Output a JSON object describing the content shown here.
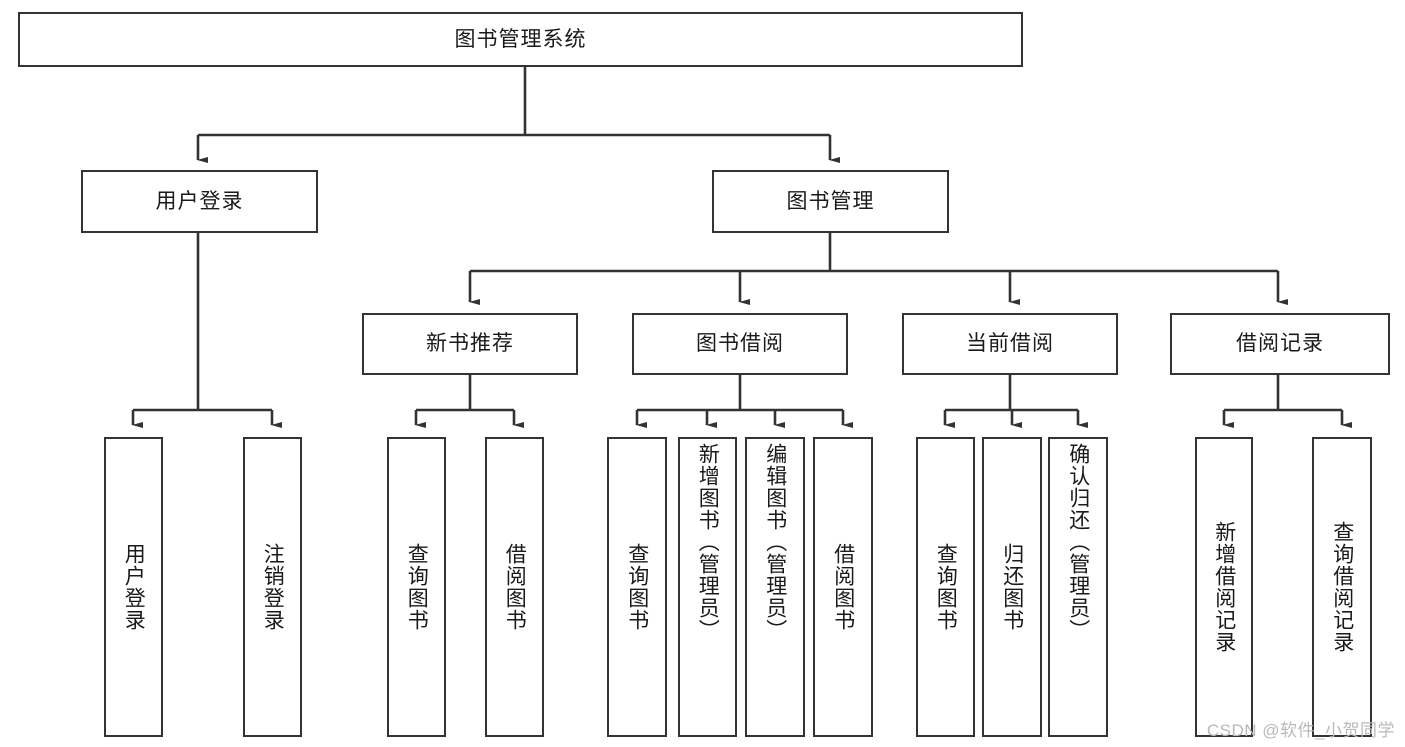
{
  "diagram": {
    "title": "图书管理系统",
    "type": "tree-hierarchy",
    "watermark": "CSDN @软件_小贺同学",
    "colors": {
      "stroke": "#333333",
      "fill": "#ffffff",
      "text": "#1a1a1a",
      "watermark": "#b9b9b9"
    },
    "levels": {
      "level1": [
        {
          "id": "root",
          "label": "图书管理系统"
        }
      ],
      "level2": [
        {
          "id": "user-login",
          "label": "用户登录"
        },
        {
          "id": "book-manage",
          "label": "图书管理"
        }
      ],
      "level3": [
        {
          "id": "new-book-rec",
          "label": "新书推荐"
        },
        {
          "id": "book-borrow",
          "label": "图书借阅"
        },
        {
          "id": "current-borrow",
          "label": "当前借阅"
        },
        {
          "id": "borrow-record",
          "label": "借阅记录"
        }
      ],
      "leaves": [
        {
          "id": "leaf-user-login",
          "label": "用户登录",
          "parent": "user-login"
        },
        {
          "id": "leaf-logout-login",
          "label": "注销登录",
          "parent": "user-login"
        },
        {
          "id": "leaf-query-book-1",
          "label": "查询图书",
          "parent": "new-book-rec"
        },
        {
          "id": "leaf-borrow-book-1",
          "label": "借阅图书",
          "parent": "new-book-rec"
        },
        {
          "id": "leaf-query-book-2",
          "label": "查询图书",
          "parent": "book-borrow"
        },
        {
          "id": "leaf-add-book",
          "label": "新增图书（管理员）",
          "parent": "book-borrow"
        },
        {
          "id": "leaf-edit-book",
          "label": "编辑图书（管理员）",
          "parent": "book-borrow"
        },
        {
          "id": "leaf-borrow-book-2",
          "label": "借阅图书",
          "parent": "book-borrow"
        },
        {
          "id": "leaf-query-book-3",
          "label": "查询图书",
          "parent": "current-borrow"
        },
        {
          "id": "leaf-return-book",
          "label": "归还图书",
          "parent": "current-borrow"
        },
        {
          "id": "leaf-confirm-return",
          "label": "确认归还（管理员）",
          "parent": "current-borrow"
        },
        {
          "id": "leaf-add-record",
          "label": "新增借阅记录",
          "parent": "borrow-record"
        },
        {
          "id": "leaf-query-record",
          "label": "查询借阅记录",
          "parent": "borrow-record"
        }
      ]
    }
  }
}
